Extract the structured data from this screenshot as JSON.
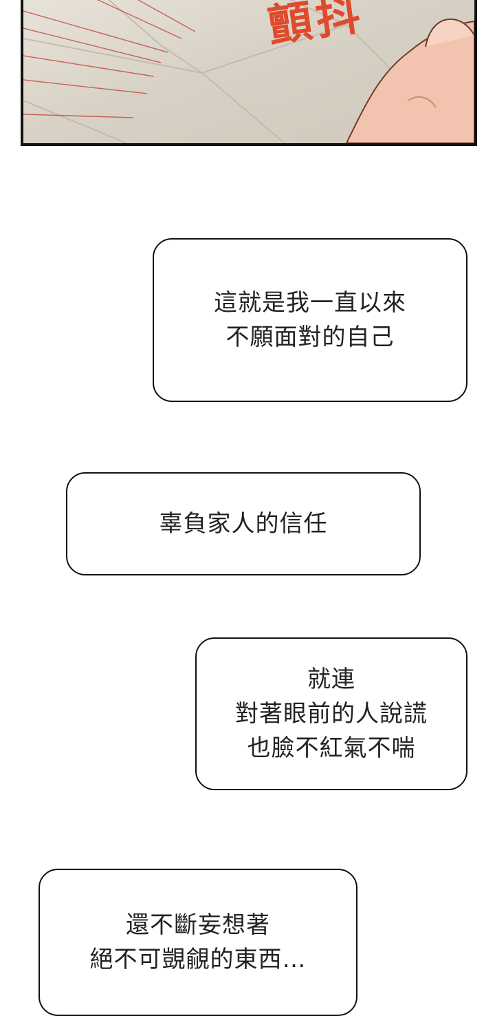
{
  "panel": {
    "sfx_text": "顫抖",
    "colors": {
      "floor": "#d8d2c6",
      "skin": "#f2c4b0",
      "sfx": "#e04a2c",
      "border": "#111111"
    }
  },
  "bubbles": [
    {
      "lines": [
        "這就是我一直以來",
        "不願面對的自己"
      ]
    },
    {
      "lines": [
        "辜負家人的信任"
      ]
    },
    {
      "lines": [
        "就連",
        "對著眼前的人說謊",
        "也臉不紅氣不喘"
      ]
    },
    {
      "lines": [
        "還不斷妄想著",
        "絕不可覬覦的東西…"
      ]
    }
  ]
}
